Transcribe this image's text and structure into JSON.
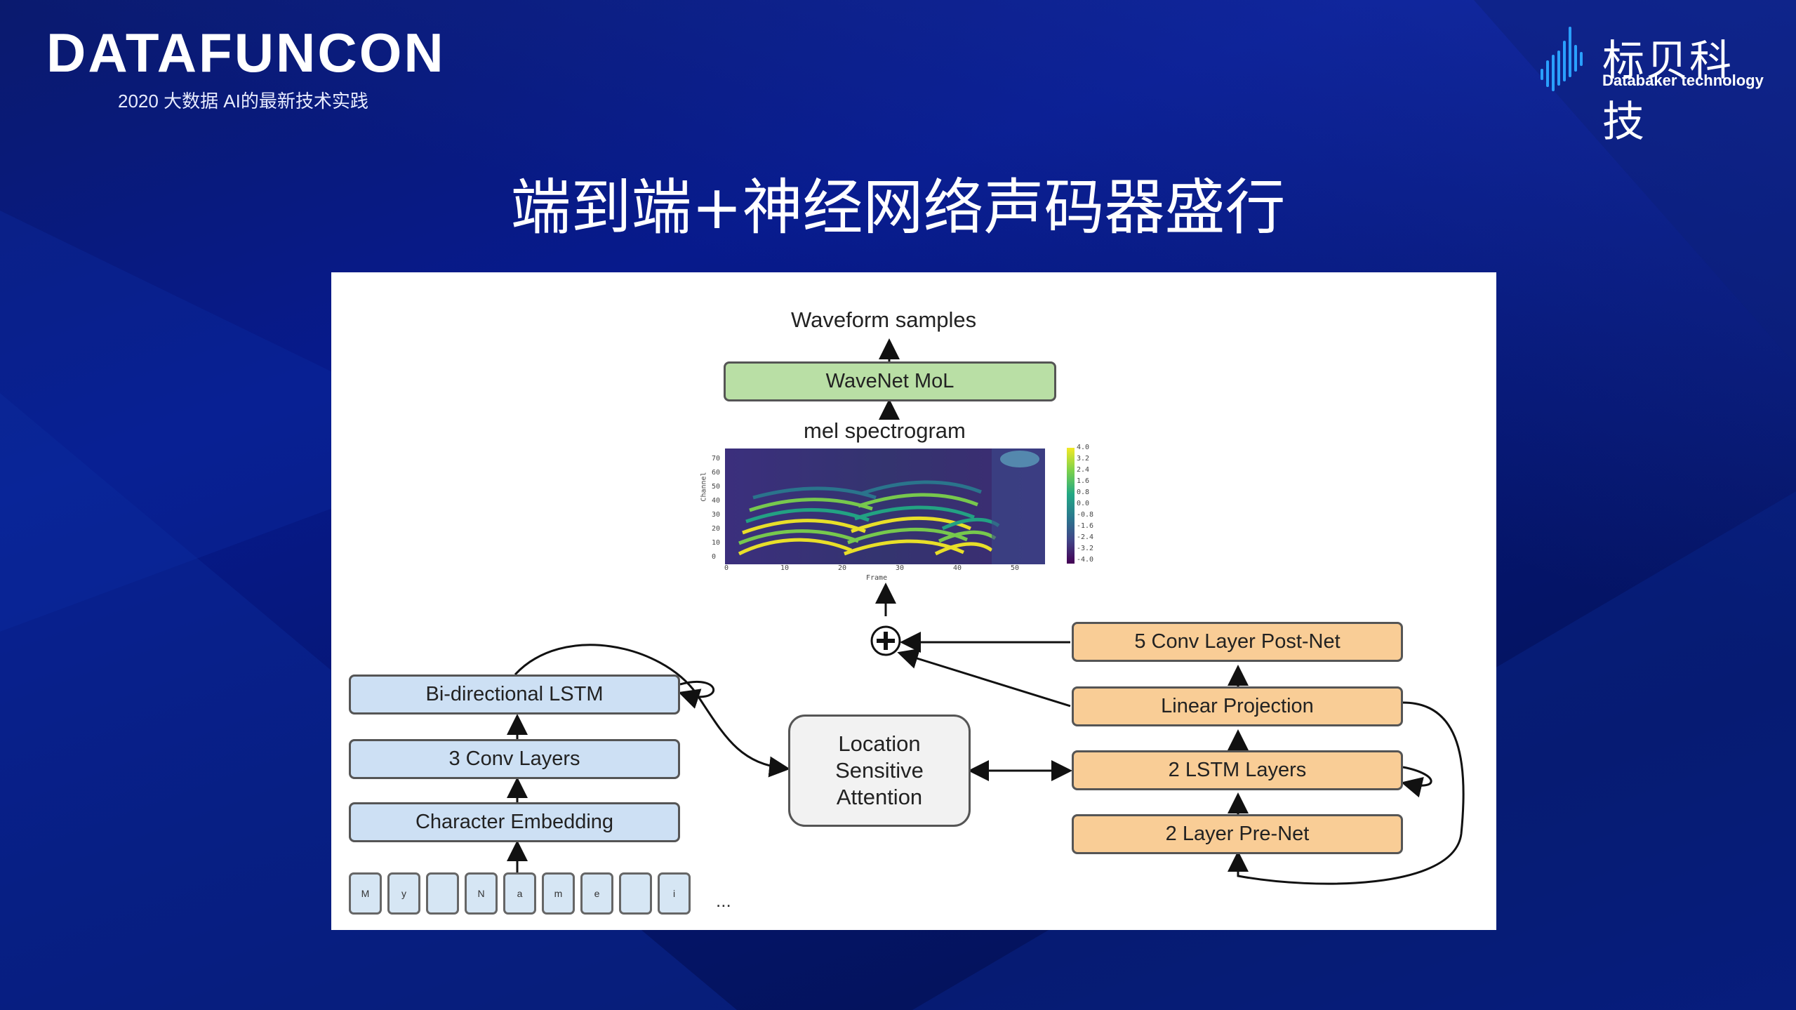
{
  "brand": {
    "title": "DATAFUNCON",
    "subtitle": "2020 大数据 AI的最新技术实践"
  },
  "logo": {
    "cn": "标贝科技",
    "en": "Databaker technology"
  },
  "slide": {
    "title": "端到端+神经网络声码器盛行"
  },
  "diagram": {
    "waveform_label": "Waveform samples",
    "wavenet": "WaveNet MoL",
    "mel_label": "mel spectrogram",
    "encoder": [
      "Bi-directional LSTM",
      "3 Conv Layers",
      "Character Embedding"
    ],
    "attention": [
      "Location",
      "Sensitive",
      "Attention"
    ],
    "decoder": [
      "5 Conv Layer Post-Net",
      "Linear Projection",
      "2 LSTM Layers",
      "2 Layer Pre-Net"
    ],
    "input_chars": [
      "M",
      "y",
      "",
      "N",
      "a",
      "m",
      "e",
      "",
      "i"
    ],
    "ellipsis": "...",
    "spectrogram": {
      "ylabel": "Channel",
      "xlabel": "Frame",
      "yticks": [
        "70",
        "60",
        "50",
        "40",
        "30",
        "20",
        "10",
        "0"
      ],
      "xticks": [
        "0",
        "10",
        "20",
        "30",
        "40",
        "50"
      ],
      "colorbar_ticks": [
        "4.0",
        "3.2",
        "2.4",
        "1.6",
        "0.8",
        "0.0",
        "-0.8",
        "-1.6",
        "-2.4",
        "-3.2",
        "-4.0"
      ]
    }
  },
  "colors": {
    "encoder": "#cde0f4",
    "wavenet": "#b9dfa5",
    "decoder": "#f9cd96",
    "attention": "#f2f2f2"
  }
}
